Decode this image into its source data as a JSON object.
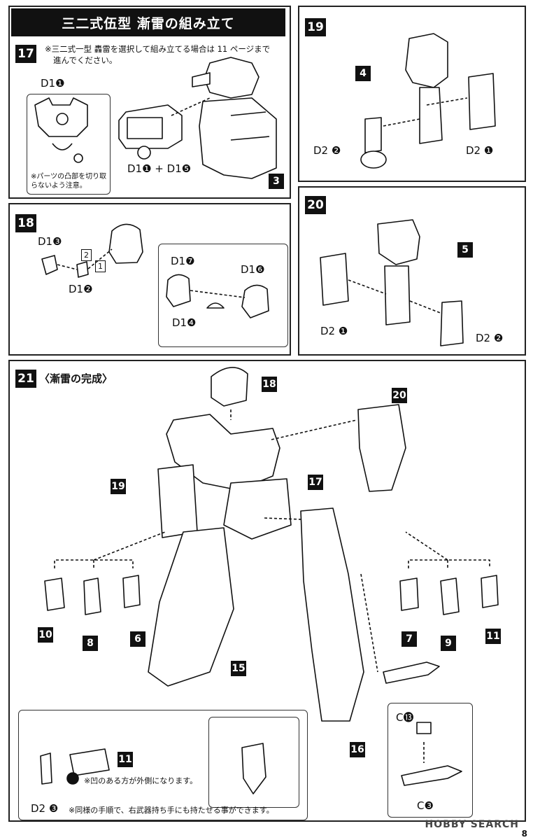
{
  "header": {
    "title": "三二式伍型 漸雷の組み立て"
  },
  "step17": {
    "number": "17",
    "note_line1": "※三二式一型 轟雷を選択して組み立てる場合は 11 ページまで",
    "note_line2": "進んでください。",
    "part_d1_1": "D1❶",
    "combo": "D1❶ + D1❺",
    "caution": "※パーツの凸部を切り取らないよう注意。",
    "tag": "3"
  },
  "step18": {
    "number": "18",
    "d1_3": "D1❸",
    "d1_2": "D1❷",
    "d1_7": "D1❼",
    "d1_6": "D1❻",
    "d1_4": "D1❹",
    "order1": "1",
    "order2": "2"
  },
  "step19": {
    "number": "19",
    "tag": "4",
    "d2_2": "D2 ❷",
    "d2_1": "D2 ❶"
  },
  "step20": {
    "number": "20",
    "tag": "5",
    "d2_1": "D2 ❶",
    "d2_2": "D2 ❷"
  },
  "step21": {
    "number": "21",
    "title": "〈漸雷の完成〉",
    "tags": {
      "t18": "18",
      "t20": "20",
      "t19": "19",
      "t17": "17",
      "t15": "15",
      "t16": "16",
      "t10": "10",
      "t8": "8",
      "t6": "6",
      "t7": "7",
      "t9": "9",
      "t11": "11",
      "t11b": "11"
    },
    "note_outside": "※凹のある方が外側になります。",
    "d2_3": "D2 ❸",
    "note_weapon": "※同様の手順で、右武器持ち手にも持たせる事ができます。",
    "c13": "C⓭",
    "c3": "C❸"
  },
  "footer": {
    "watermark": "HOBBY SEARCH",
    "page": "8"
  }
}
